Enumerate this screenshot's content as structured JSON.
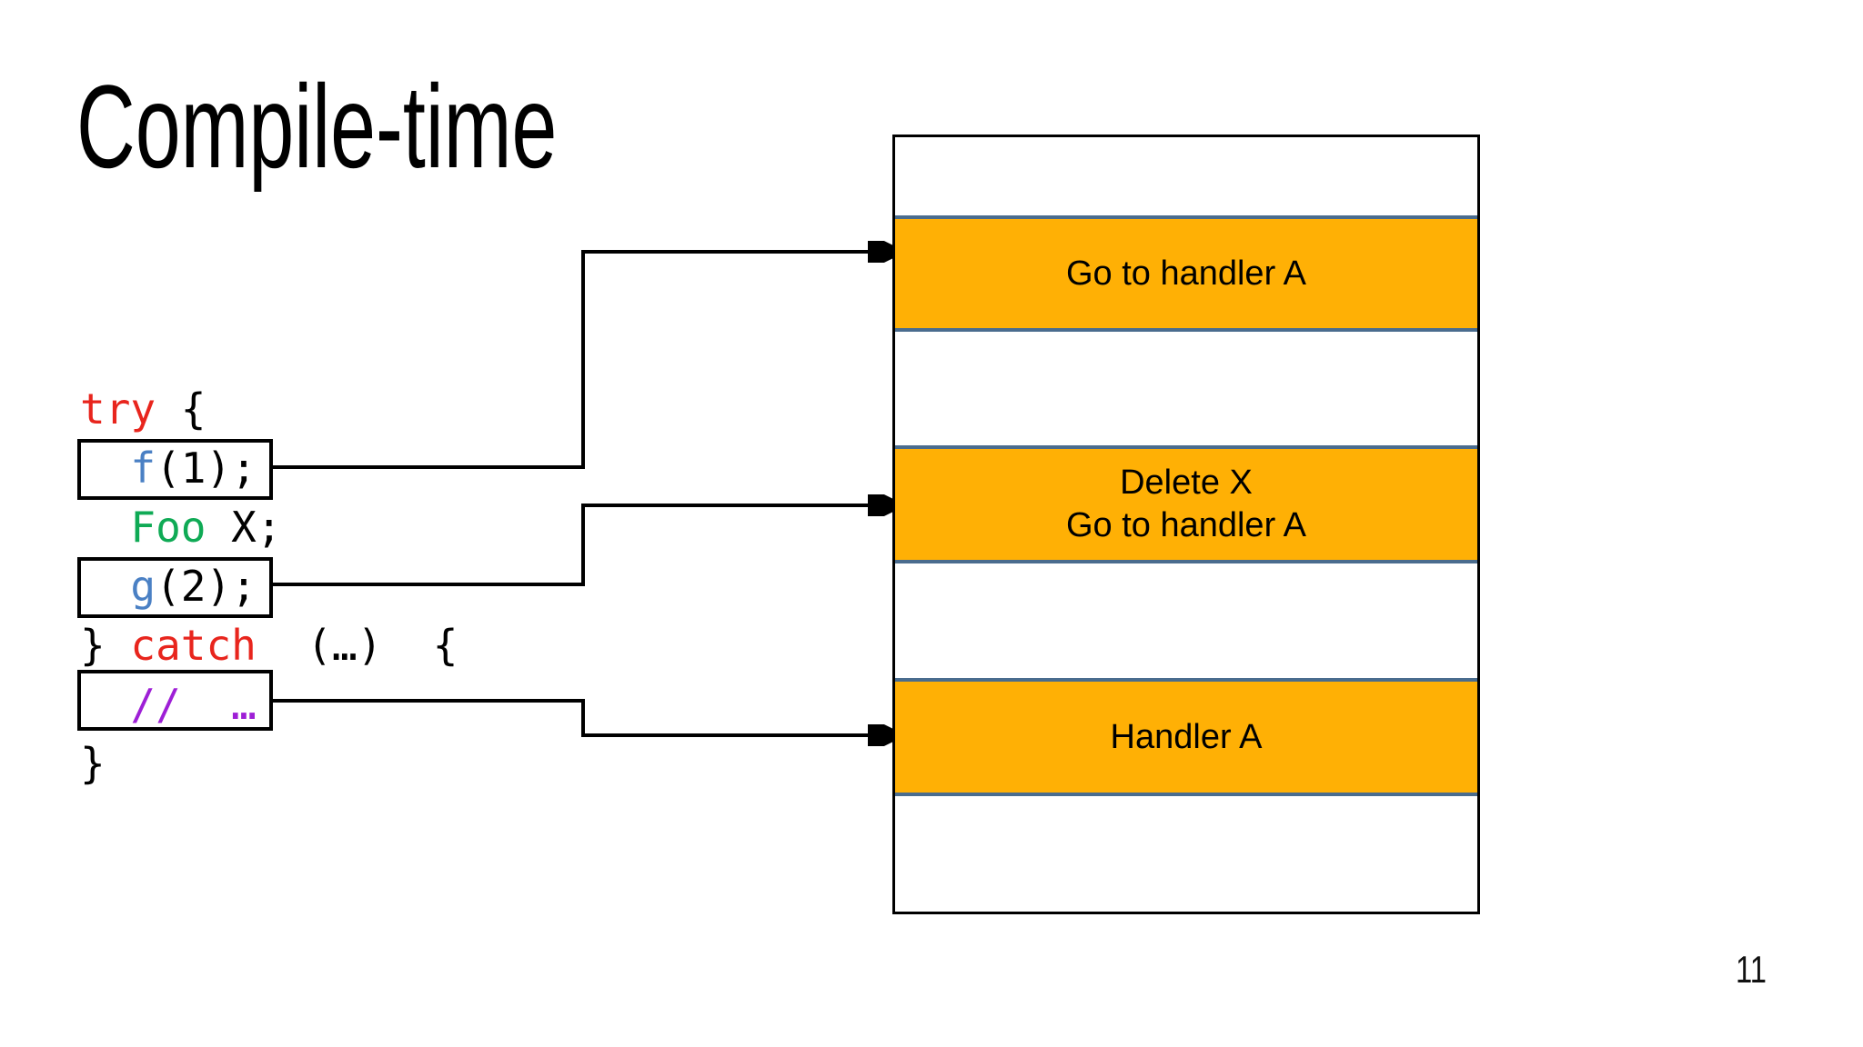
{
  "slide": {
    "title": "Compile-time",
    "page_number": "11"
  },
  "code": {
    "lines": [
      {
        "name": "line-try",
        "boxed": false,
        "segments": [
          {
            "text": "try",
            "role": "keyword"
          },
          {
            "text": " {",
            "role": "plain"
          }
        ]
      },
      {
        "name": "line-f1",
        "boxed": true,
        "segments": [
          {
            "text": "  ",
            "role": "plain"
          },
          {
            "text": "f",
            "role": "function"
          },
          {
            "text": "(1);",
            "role": "plain"
          }
        ]
      },
      {
        "name": "line-foo",
        "boxed": false,
        "segments": [
          {
            "text": "  ",
            "role": "plain"
          },
          {
            "text": "Foo",
            "role": "type"
          },
          {
            "text": " X;",
            "role": "plain"
          }
        ]
      },
      {
        "name": "line-g2",
        "boxed": true,
        "segments": [
          {
            "text": "  ",
            "role": "plain"
          },
          {
            "text": "g",
            "role": "function"
          },
          {
            "text": "(2);",
            "role": "plain"
          }
        ]
      },
      {
        "name": "line-catch",
        "boxed": false,
        "segments": [
          {
            "text": "} ",
            "role": "plain"
          },
          {
            "text": "catch",
            "role": "keyword"
          },
          {
            "text": "  (…)  {",
            "role": "plain"
          }
        ]
      },
      {
        "name": "line-comment",
        "boxed": true,
        "segments": [
          {
            "text": "  ",
            "role": "plain"
          },
          {
            "text": "//  …",
            "role": "comment"
          }
        ]
      },
      {
        "name": "line-close",
        "boxed": false,
        "segments": [
          {
            "text": "}",
            "role": "plain"
          }
        ]
      }
    ]
  },
  "table": {
    "rows": [
      {
        "type": "blank",
        "label": ""
      },
      {
        "type": "action",
        "label": "Go to handler A"
      },
      {
        "type": "blank",
        "label": ""
      },
      {
        "type": "action",
        "label": "Delete X\nGo to handler A"
      },
      {
        "type": "blank",
        "label": ""
      },
      {
        "type": "action",
        "label": "Handler A"
      },
      {
        "type": "blank",
        "label": ""
      }
    ]
  },
  "arrows": [
    {
      "from": "f(1);",
      "to": "Go to handler A"
    },
    {
      "from": "g(2);",
      "to": "Delete X / Go to handler A"
    },
    {
      "from": "// …",
      "to": "Handler A"
    }
  ],
  "colors": {
    "accent-orange": "#ffb005",
    "row-border-blue": "#4a6c8e",
    "keyword-red": "#e8251d",
    "function-blue": "#4a80c4",
    "type-green": "#0faa55",
    "comment-purple": "#9e1fd6",
    "ink-black": "#000000"
  }
}
